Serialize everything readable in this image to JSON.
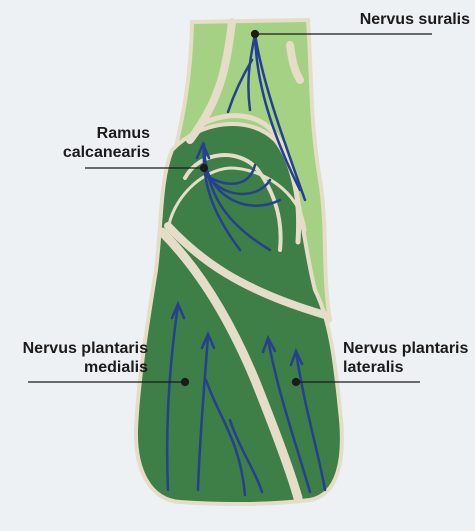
{
  "labels": {
    "nervus_suralis": "Nervus suralis",
    "ramus_calcanearis": "Ramus\ncalcanearis",
    "nervus_plantaris_medialis": "Nervus plantaris\nmedialis",
    "nervus_plantaris_lateralis": "Nervus plantaris\nlateralis"
  },
  "colors": {
    "background": "#edf1f3",
    "light_green": "#a5d184",
    "dark_green": "#3e7e47",
    "tendon": "#e6ddc8",
    "nerve": "#24408f",
    "leader": "#1b1b1b"
  }
}
